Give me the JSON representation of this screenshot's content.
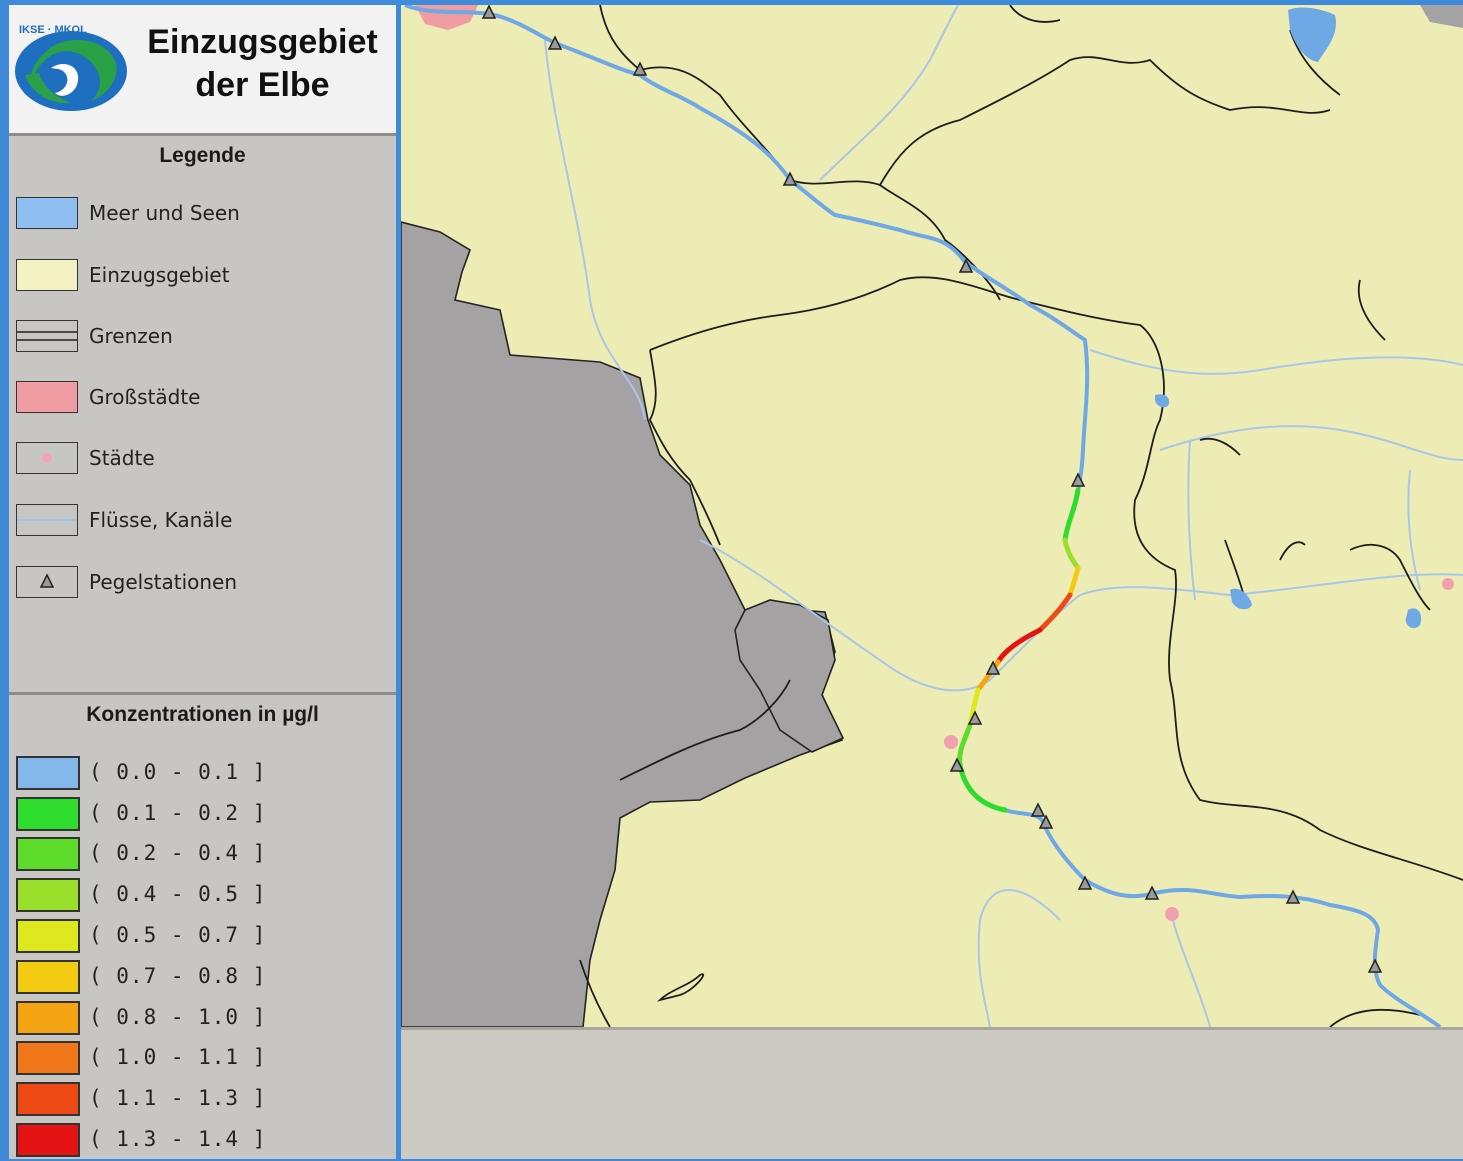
{
  "header": {
    "logo_text": "IKSE · MKOL",
    "title_line1": "Einzugsgebiet",
    "title_line2": "der Elbe"
  },
  "legend": {
    "title": "Legende",
    "items": [
      {
        "label": "Meer und Seen",
        "type": "fill",
        "color": "#8fbff0"
      },
      {
        "label": "Einzugsgebiet",
        "type": "fill",
        "color": "#f4f2c2"
      },
      {
        "label": "Grenzen",
        "type": "lines",
        "color": "#222222"
      },
      {
        "label": "Großstädte",
        "type": "fill",
        "color": "#ef9da3"
      },
      {
        "label": "Städte",
        "type": "dot",
        "color": "#f0a6b3"
      },
      {
        "label": "Flüsse, Kanäle",
        "type": "line",
        "color": "#9cc4ea"
      },
      {
        "label": "Pegelstationen",
        "type": "triangle",
        "color": "#333333"
      }
    ]
  },
  "concentration": {
    "title": "Konzentrationen in µg/l",
    "classes": [
      {
        "label": "( 0.0 - 0.1 ]",
        "color": "#84b8ea"
      },
      {
        "label": "( 0.1 - 0.2 ]",
        "color": "#2edc2e"
      },
      {
        "label": "( 0.2 - 0.4 ]",
        "color": "#5ddc2c"
      },
      {
        "label": "( 0.4 - 0.5 ]",
        "color": "#9ae02a"
      },
      {
        "label": "( 0.5 - 0.7 ]",
        "color": "#dde81e"
      },
      {
        "label": "( 0.7 - 0.8 ]",
        "color": "#f3cb12"
      },
      {
        "label": "( 0.8 - 1.0 ]",
        "color": "#f4a412"
      },
      {
        "label": "( 1.0 - 1.1 ]",
        "color": "#f2761a"
      },
      {
        "label": "( 1.1 - 1.3 ]",
        "color": "#ee4a16"
      },
      {
        "label": "( 1.3 - 1.4 ]",
        "color": "#e41414"
      }
    ]
  },
  "map": {
    "colors": {
      "catchment": "#eeecb5",
      "outside": "#a4a2a3",
      "water": "#6ea9e6",
      "river_thin": "#a8c6e6",
      "border": "#1e1e1e",
      "city": "#f0a0ae"
    }
  }
}
